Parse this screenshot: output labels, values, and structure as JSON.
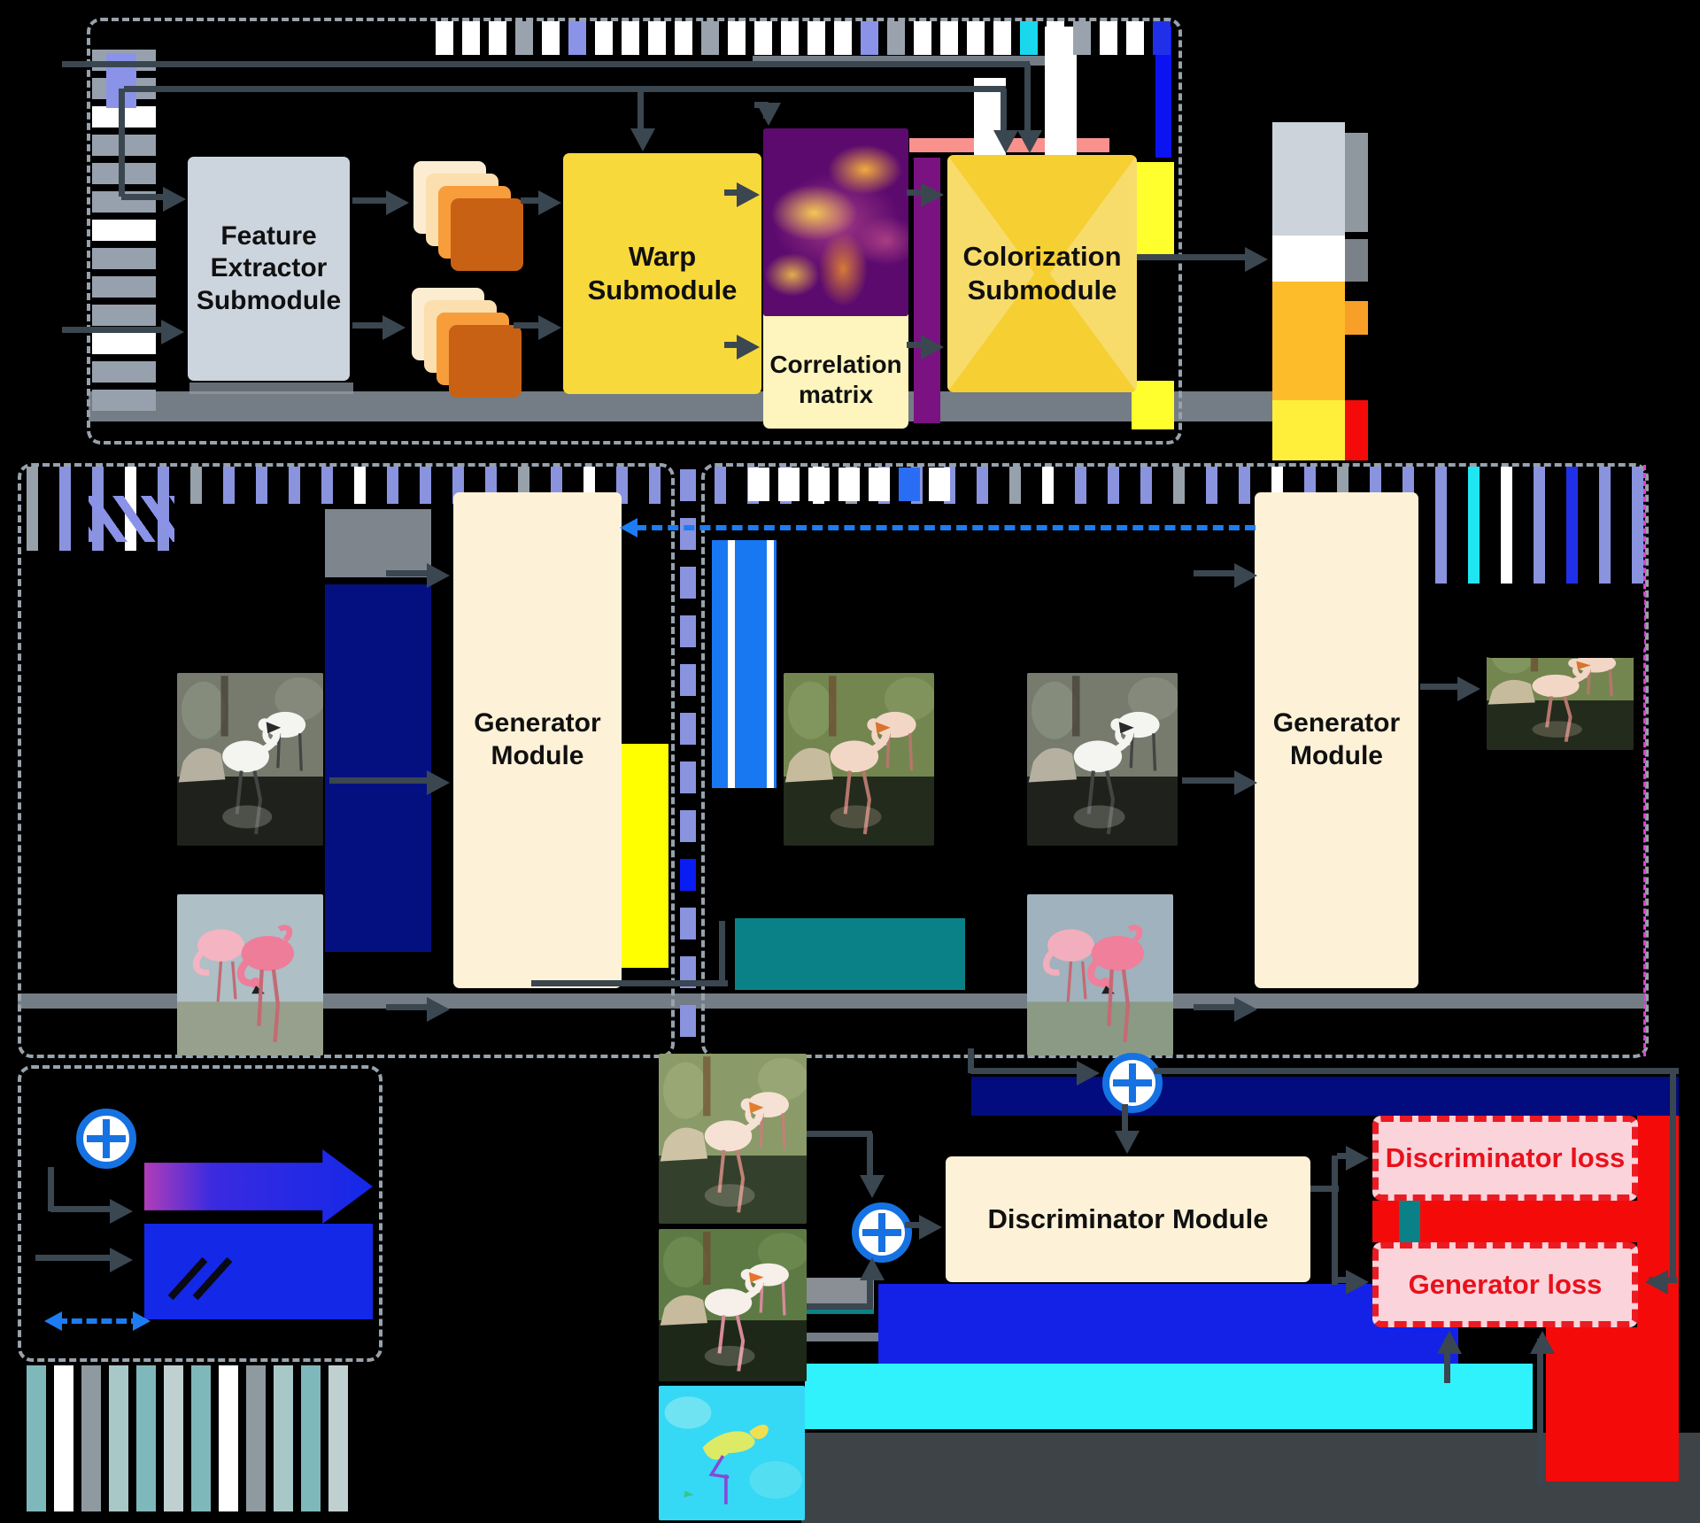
{
  "diagram": {
    "kind": "GAN video colorization architecture",
    "sections": {
      "generator_internal": "top dashed box: generator internal structure",
      "training_pass_left": "middle-left dashed box: first generator pass",
      "training_pass_right": "middle-right dashed box: second generator pass",
      "legend": "bottom-left dashed legend box",
      "adversarial": "bottom: discriminator and losses"
    }
  },
  "modules": {
    "feature_extractor": "Feature\nExtractor\nSubmodule",
    "warp": "Warp\nSubmodule",
    "correlation_matrix": "Correlation\nmatrix",
    "colorization": "Colorization\nSubmodule",
    "generator_1": "Generator\nModule",
    "generator_2": "Generator\nModule",
    "discriminator": "Discriminator Module",
    "discriminator_loss": "Discriminator loss",
    "generator_loss": "Generator loss"
  },
  "icons": {
    "merge_node_1": "circle-plus-icon",
    "merge_node_2": "circle-plus-icon",
    "merge_node_3": "circle-plus-icon"
  },
  "images": {
    "grayscale_frame_1": "grayscale-flamingo-photo",
    "reference_color_frame_1": "pink-flamingo-pair-photo",
    "colorized_intermediate": "pale-colorized-flamingo-photo",
    "grayscale_frame_2": "grayscale-flamingo-photo",
    "reference_color_frame_2": "pink-flamingo-pair-photo",
    "final_colorized_frame": "colorized-flamingo-photo",
    "discriminator_input_a": "washed-color-flamingo-photo",
    "discriminator_input_b": "vivid-color-flamingo-photo",
    "optical_flow_map": "cyan-optical-flow-map",
    "correlation_heatmap": "plasma-correlation-heatmap"
  },
  "colors": {
    "background": "#000000",
    "dashed_border": "#98a2ac",
    "connector_dark": "#3a4650",
    "connector_blue_dashed": "#1d7cf2",
    "feature_extractor_fill": "#ccd4de",
    "warp_fill": "#f8d93c",
    "correlation_fill": "#fdf5bd",
    "colorization_fill": "#f6cf33",
    "generator_fill": "#fdf1d7",
    "discriminator_fill": "#fdf1d7",
    "loss_fill": "#fbd3da",
    "loss_border": "#ea1b23",
    "loss_text": "#e8111c",
    "feature_stack": [
      "#fbecd2",
      "#fbdfae",
      "#f79d3b",
      "#c96114"
    ],
    "merge_icon_blue": "#1672e2",
    "artifact_violet": "#8a93de",
    "artifact_teal_bar": "#7fb8ba",
    "navy_band": "#020c7e",
    "blue_band": "#1322e6",
    "cyan_band": "#2ff2fd",
    "teal_block": "#0a8186",
    "red_block": "#f50a0a",
    "yellow_strip": "#ffff2e",
    "purple_bar": "#7a1282",
    "salmon_band": "#f9918d",
    "output_stack": [
      "#ccd3db",
      "#ffffff",
      "#fdbd2a",
      "#ffef3a"
    ]
  }
}
